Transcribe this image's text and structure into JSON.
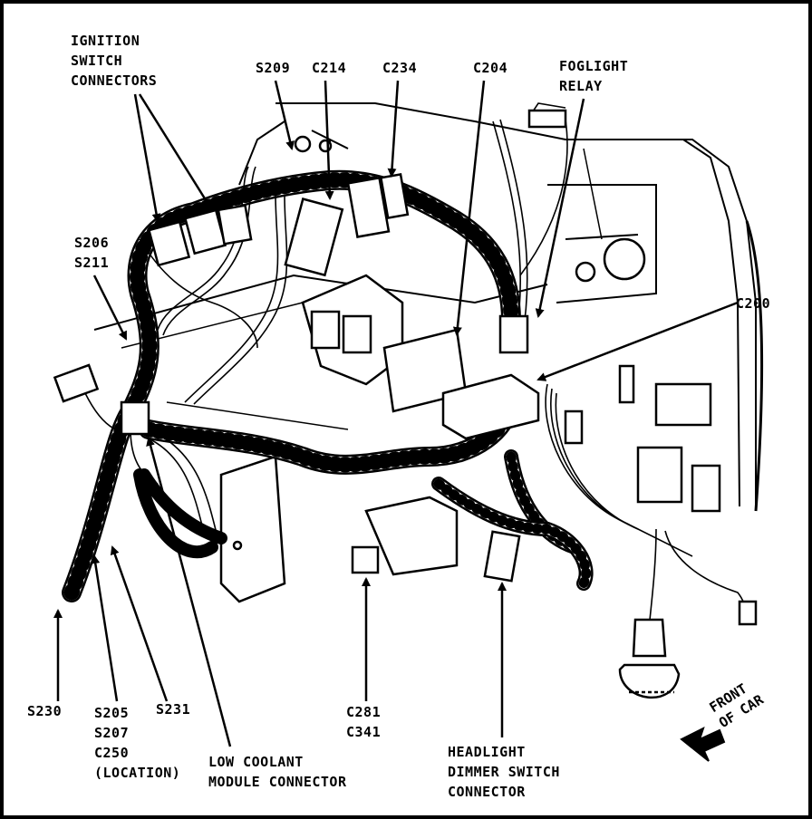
{
  "labels": {
    "ignition": [
      "IGNITION",
      "SWITCH",
      "CONNECTORS"
    ],
    "s209": "S209",
    "c214": "C214",
    "c234": "C234",
    "c204": "C204",
    "foglight": [
      "FOGLIGHT",
      "RELAY"
    ],
    "s206": [
      "S206",
      "S211"
    ],
    "c200": "C200",
    "s230": "S230",
    "s205": [
      "S205",
      "S207",
      "C250",
      "(LOCATION)"
    ],
    "s231": "S231",
    "lowcoolant": [
      "LOW COOLANT",
      "MODULE CONNECTOR"
    ],
    "c281": [
      "C281",
      "C341"
    ],
    "headlight": [
      "HEADLIGHT",
      "DIMMER SWITCH",
      "CONNECTOR"
    ],
    "front": [
      "FRONT",
      "OF CAR"
    ]
  },
  "style": {
    "ink": "#000000",
    "paper": "#ffffff"
  }
}
